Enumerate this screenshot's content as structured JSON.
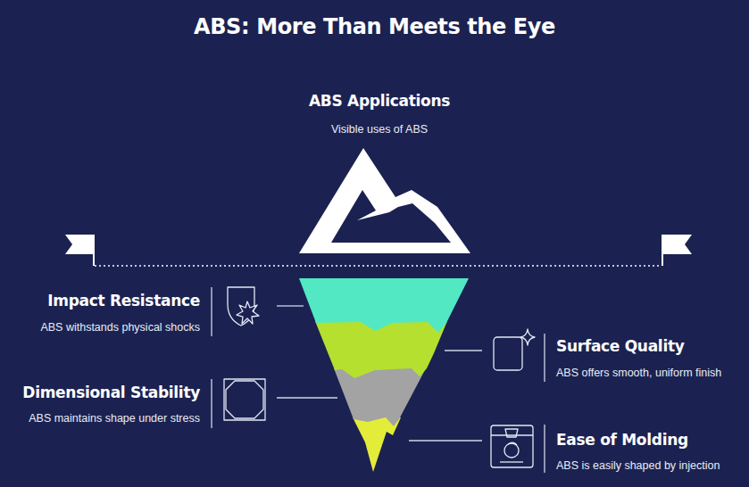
{
  "diagram": {
    "title": "ABS: More Than Meets the Eye",
    "nodes": [
      {
        "text": [
          "ABS Applications",
          "Visible uses of ABS"
        ]
      },
      {
        "text": [
          "Impact Resistance",
          "ABS withstands physical shocks"
        ]
      },
      {
        "text": [
          "Surface Quality",
          "ABS offers smooth, uniform finish"
        ]
      },
      {
        "text": [
          "Dimensional Stability",
          "ABS maintains shape under stress"
        ]
      },
      {
        "text": [
          "Ease of Molding",
          "ABS is easily shaped by injection"
        ]
      }
    ]
  }
}
